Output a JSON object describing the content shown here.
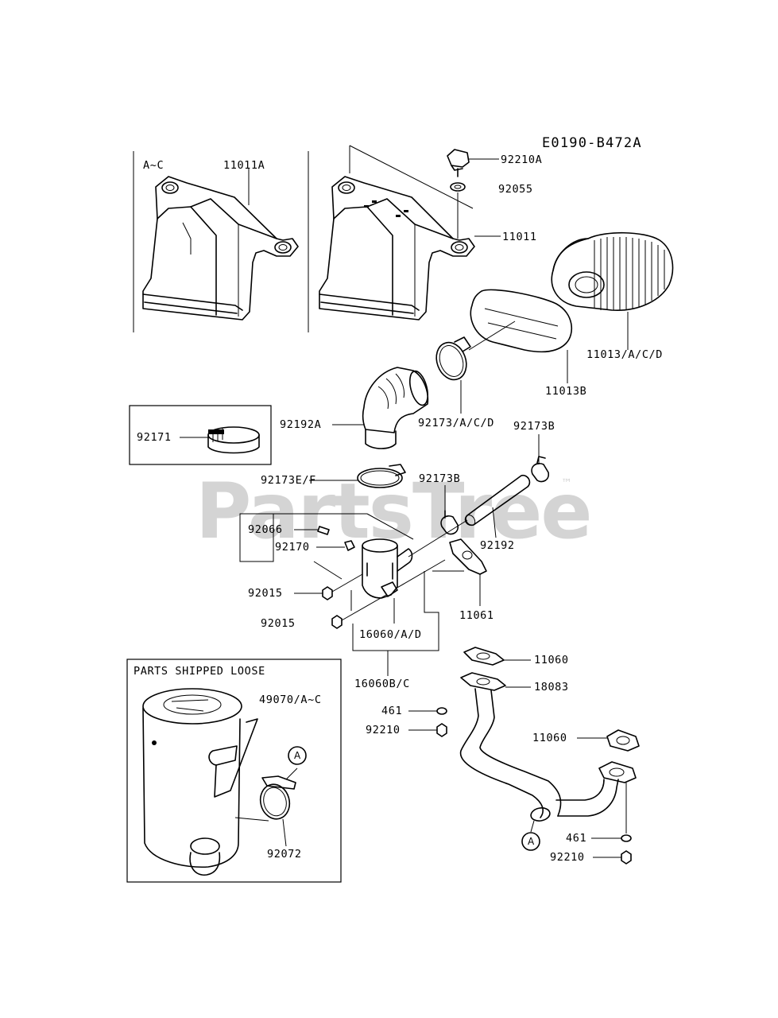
{
  "diagram": {
    "code": "E0190-B472A",
    "watermark": "PartsTree",
    "trademark": "™",
    "sections": {
      "variant_note": "A~C",
      "loose_parts_title": "PARTS SHIPPED LOOSE"
    },
    "callout_letter": "A",
    "labels": {
      "p11011A": "11011A",
      "p92210A": "92210A",
      "p92055": "92055",
      "p11011": "11011",
      "p11013ACD": "11013/A/C/D",
      "p11013B": "11013B",
      "p92173ACD": "92173/A/C/D",
      "p92192A": "92192A",
      "p92173B_top": "92173B",
      "p92171": "92171",
      "p92173EF": "92173E/F",
      "p92173B_mid": "92173B",
      "p92066": "92066",
      "p92170": "92170",
      "p92192": "92192",
      "p92015_a": "92015",
      "p92015_b": "92015",
      "p11061": "11061",
      "p16060AD": "16060/A/D",
      "p16060BC": "16060B/C",
      "p11060_a": "11060",
      "p18083": "18083",
      "p461_a": "461",
      "p92210_a": "92210",
      "p11060_b": "11060",
      "p461_b": "461",
      "p92210_b": "92210",
      "p49070": "49070/A~C",
      "p92072": "92072"
    }
  }
}
